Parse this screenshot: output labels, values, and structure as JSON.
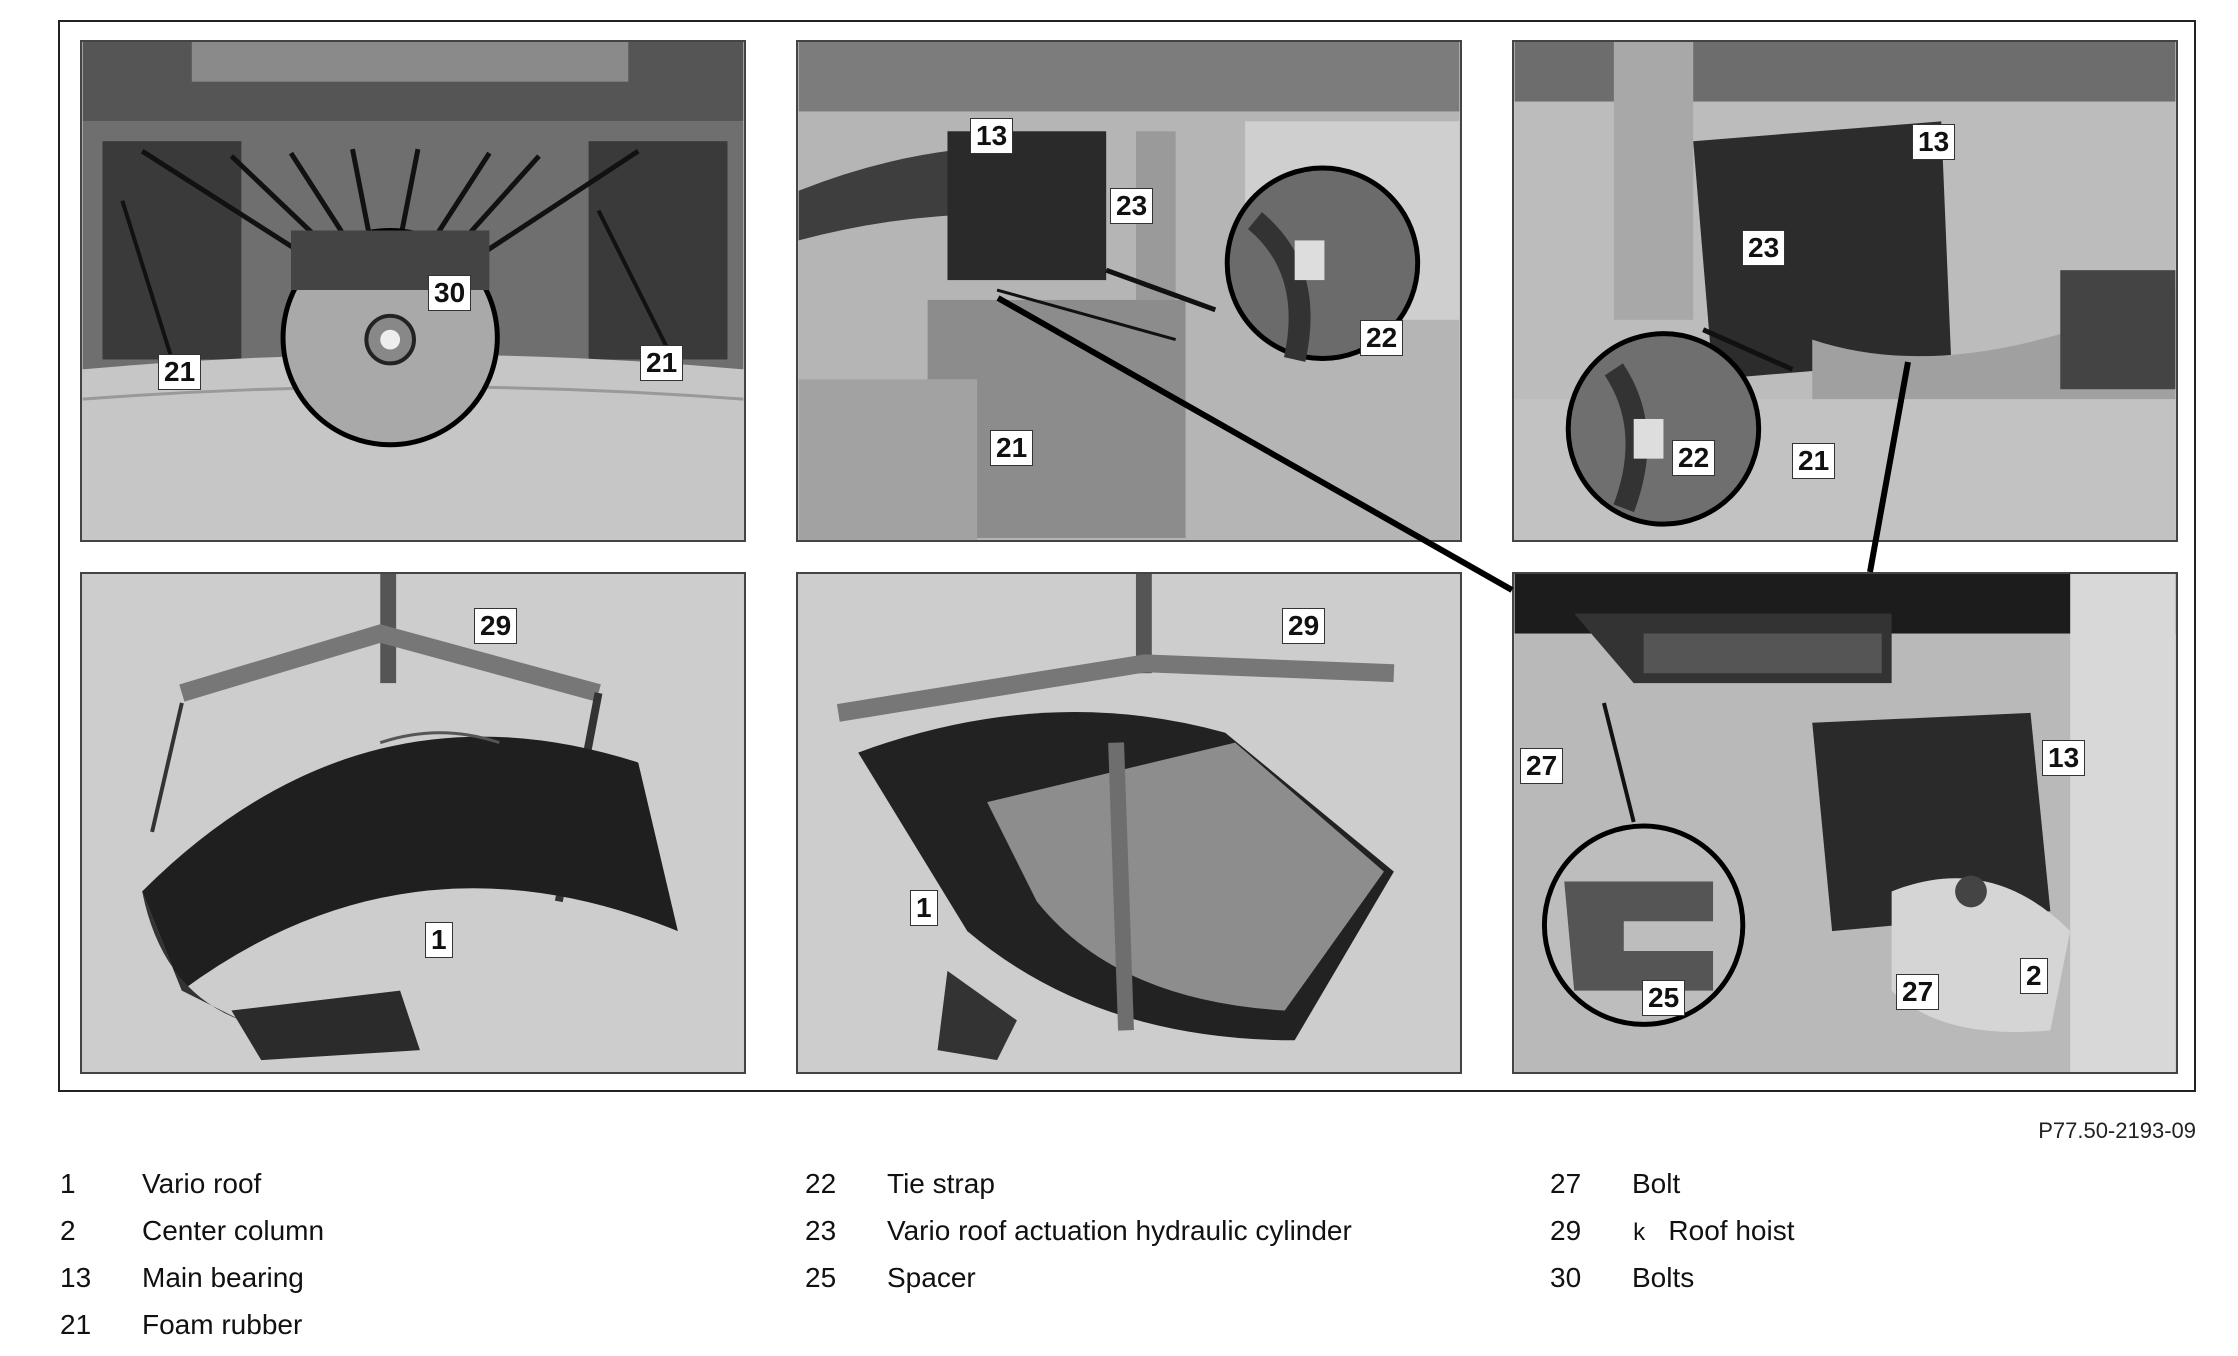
{
  "figure": {
    "id": "P77.50-2193-09",
    "panels": [
      {
        "key": "p1",
        "callouts": [
          "30",
          "21",
          "21"
        ]
      },
      {
        "key": "p2",
        "callouts": [
          "13",
          "23",
          "22",
          "21"
        ]
      },
      {
        "key": "p3",
        "callouts": [
          "13",
          "23",
          "22",
          "21"
        ]
      },
      {
        "key": "p4",
        "callouts": [
          "29",
          "1"
        ]
      },
      {
        "key": "p5",
        "callouts": [
          "29",
          "1"
        ]
      },
      {
        "key": "p6",
        "callouts": [
          "27",
          "13",
          "25",
          "27",
          "2"
        ]
      }
    ]
  },
  "legend": {
    "columns": [
      [
        {
          "num": "1",
          "label": "Vario roof"
        },
        {
          "num": "2",
          "label": "Center column"
        },
        {
          "num": "13",
          "label": "Main bearing"
        },
        {
          "num": "21",
          "label": "Foam rubber"
        }
      ],
      [
        {
          "num": "22",
          "label": "Tie strap"
        },
        {
          "num": "23",
          "label": "Vario roof actuation hydraulic cylinder"
        },
        {
          "num": "25",
          "label": "Spacer"
        }
      ],
      [
        {
          "num": "27",
          "label": "Bolt"
        },
        {
          "num": "29",
          "mark": "k",
          "label": "Roof hoist"
        },
        {
          "num": "30",
          "label": "Bolts"
        }
      ]
    ]
  }
}
